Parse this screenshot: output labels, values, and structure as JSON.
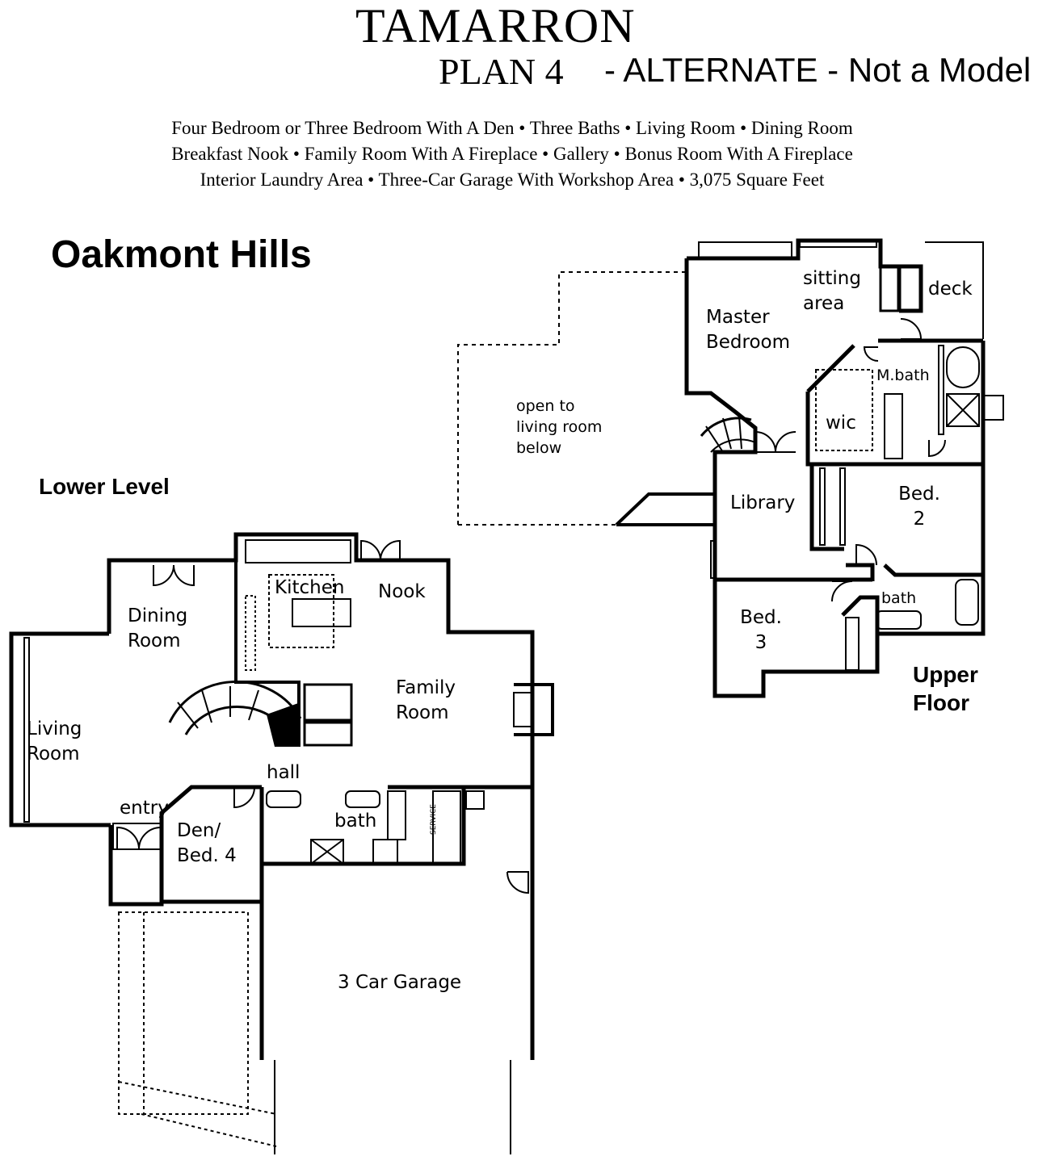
{
  "header": {
    "title": "TAMARRON",
    "plan": "PLAN 4",
    "alternate": "- ALTERNATE - Not a Model"
  },
  "features": {
    "line1": "Four Bedroom or Three Bedroom With A Den • Three Baths • Living Room • Dining Room",
    "line2": "Breakfast Nook • Family Room With A Fireplace • Gallery • Bonus Room With A Fireplace",
    "line3": "Interior Laundry Area • Three-Car Garage With Workshop Area • 3,075 Square Feet"
  },
  "community": "Oakmont Hills",
  "lower_level": {
    "label": "Lower Level",
    "rooms": {
      "dining": [
        "Dining",
        "Room"
      ],
      "kitchen": "Kitchen",
      "nook": "Nook",
      "family": [
        "Family",
        "Room"
      ],
      "living": [
        "Living",
        "Room"
      ],
      "hall": "hall",
      "entry": "entry",
      "den": [
        "Den/",
        "Bed. 4"
      ],
      "bath": "bath",
      "garage": "3 Car Garage",
      "service": "SERVICE"
    }
  },
  "upper_floor": {
    "label": [
      "Upper",
      "Floor"
    ],
    "rooms": {
      "sitting": [
        "sitting",
        "area"
      ],
      "deck": "deck",
      "master": [
        "Master",
        "Bedroom"
      ],
      "mbath": "M.bath",
      "wic": "wic",
      "open_below": [
        "open to",
        "living room",
        "below"
      ],
      "library": "Library",
      "bed2": [
        "Bed.",
        "2"
      ],
      "bed3": [
        "Bed.",
        "3"
      ],
      "bath": "bath"
    }
  }
}
